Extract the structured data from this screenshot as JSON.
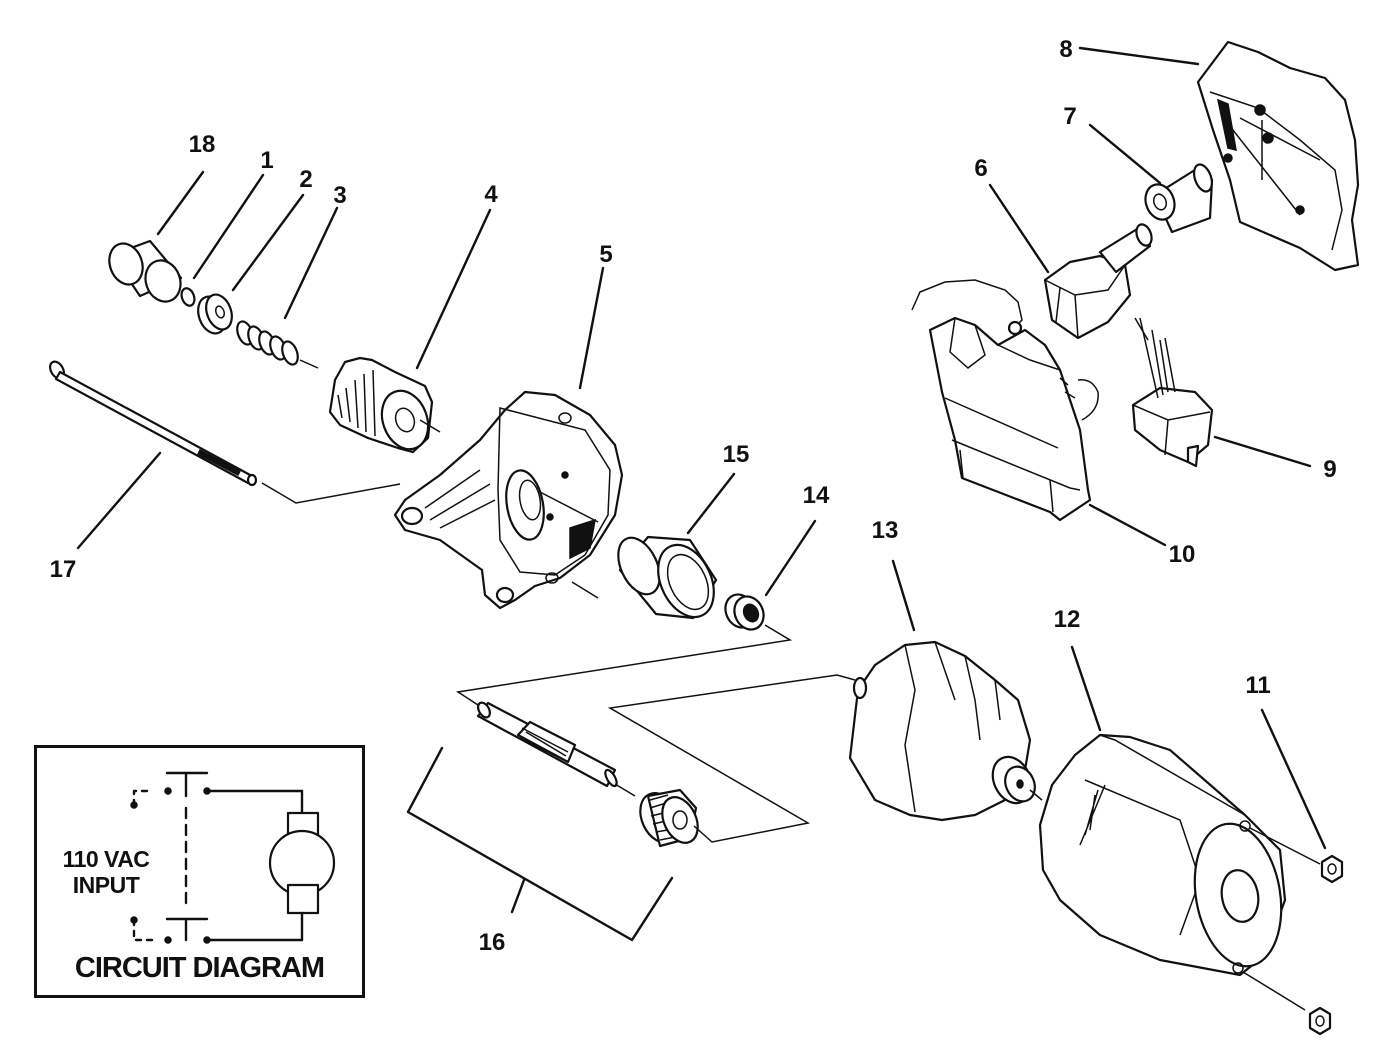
{
  "callouts": [
    "1",
    "2",
    "3",
    "4",
    "5",
    "6",
    "7",
    "8",
    "9",
    "10",
    "11",
    "12",
    "13",
    "14",
    "15",
    "16",
    "17",
    "18"
  ],
  "parts": {
    "p1": "retaining-ring",
    "p2": "washer",
    "p3": "spring",
    "p4": "fan",
    "p5": "end-housing",
    "p6": "brush-holder",
    "p7": "bushing",
    "p8": "cover",
    "p9": "switch",
    "p10": "support-bracket",
    "p11": "nut",
    "p12": "motor-housing",
    "p13": "armature",
    "p14": "bearing",
    "p15": "sleeve",
    "p16": "drive-shaft-assembly",
    "p17": "through-bolt",
    "p18": "cap"
  },
  "circuit": {
    "input_label": "110 VAC INPUT",
    "title": "CIRCUIT DIAGRAM"
  },
  "colors": {
    "ink": "#111111",
    "background": "#ffffff"
  }
}
